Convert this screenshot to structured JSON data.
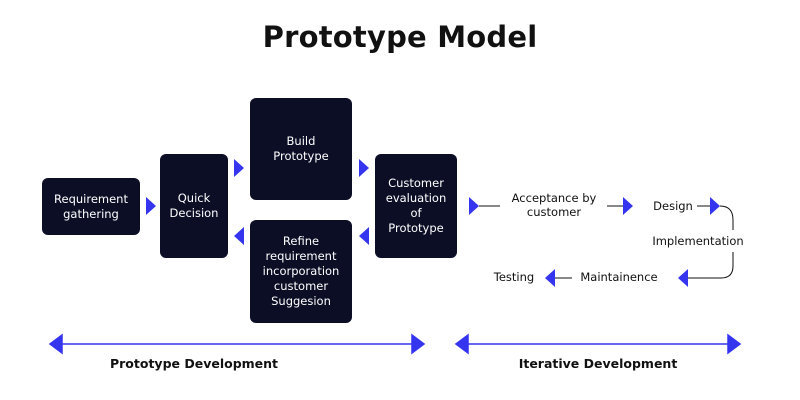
{
  "title": "Prototype Model",
  "colors": {
    "box": "#0c0e26",
    "accent": "#3535f0",
    "text": "#111111"
  },
  "steps": {
    "requirement": "Requirement\ngathering",
    "quick_decision": "Quick\nDecision",
    "build": "Build\nPrototype",
    "refine": "Refine\nrequirement\nincorporation\ncustomer\nSuggesion",
    "evaluation": "Customer\nevaluation\nof\nPrototype"
  },
  "iterative": {
    "acceptance": "Acceptance by\ncustomer",
    "design": "Design",
    "implementation": "Implementation",
    "maintainence": "Maintainence",
    "testing": "Testing"
  },
  "sections": {
    "prototype_development": "Prototype Development",
    "iterative_development": "Iterative Development"
  }
}
